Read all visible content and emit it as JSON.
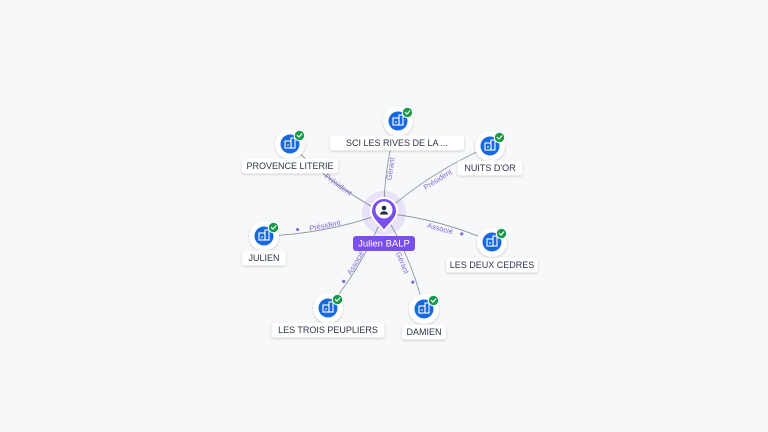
{
  "center": {
    "name": "Julien BALP",
    "icon": "person-icon",
    "color": "#7a4ff0"
  },
  "colors": {
    "company_icon": "#1769e0",
    "verified_badge": "#1a9a4b",
    "edge": "#8f96a3",
    "edge_label": "#7c6bd6"
  },
  "nodes": [
    {
      "id": "sci",
      "label": "SCI LES RIVES DE LA ...",
      "relation": "Gérant"
    },
    {
      "id": "nuits",
      "label": "NUITS D'OR",
      "relation": "Président"
    },
    {
      "id": "cedres",
      "label": "LES DEUX CEDRES",
      "relation": "Associé"
    },
    {
      "id": "damien",
      "label": "DAMIEN",
      "relation": "Gérant"
    },
    {
      "id": "peupliers",
      "label": "LES TROIS PEUPLIERS",
      "relation": "Associé"
    },
    {
      "id": "julien",
      "label": "JULIEN",
      "relation": "Président"
    },
    {
      "id": "provence",
      "label": "PROVENCE LITERIE",
      "relation": "Président"
    }
  ]
}
